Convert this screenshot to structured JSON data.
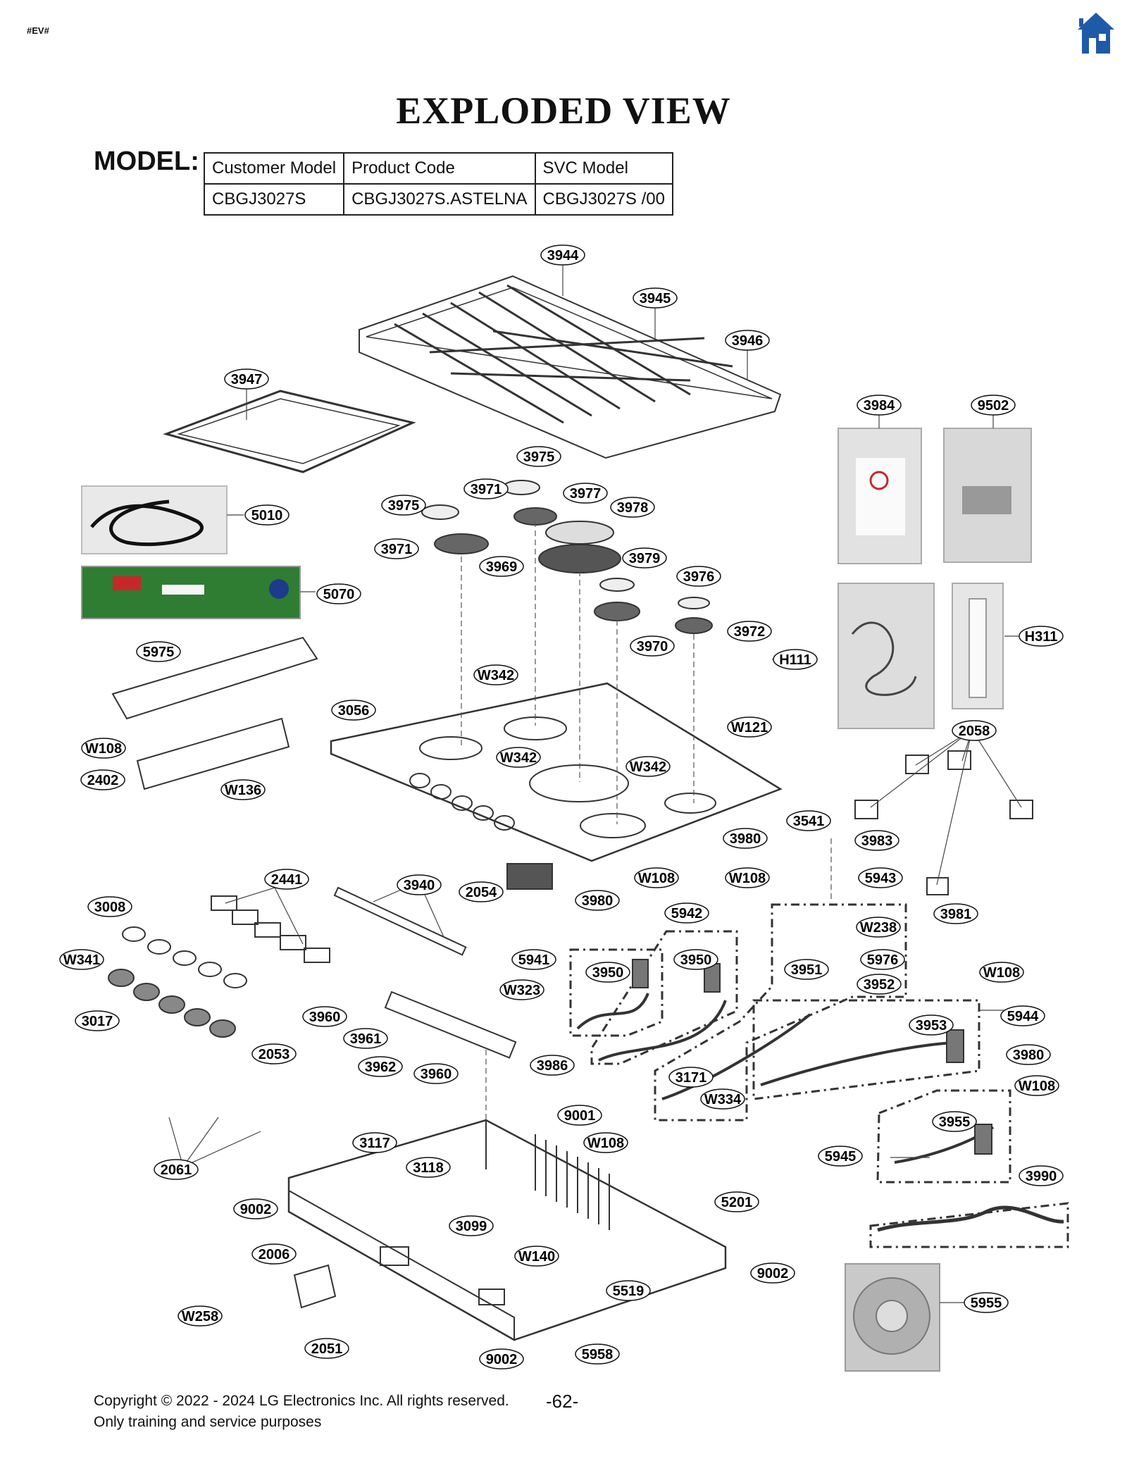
{
  "header": {
    "tag": "#EV#",
    "title": "EXPLODED VIEW"
  },
  "model": {
    "label": "MODEL:",
    "columns": [
      "Customer Model",
      "Product Code",
      "SVC Model"
    ],
    "values": [
      "CBGJ3027S",
      "CBGJ3027S.ASTELNA",
      "CBGJ3027S  /00"
    ]
  },
  "footer": {
    "copyright": "Copyright © 2022 - 2024 LG Electronics Inc. All rights reserved.",
    "purpose": "Only training and service purposes",
    "page": "-62-"
  },
  "parts": [
    "3944",
    "3945",
    "3946",
    "3947",
    "3984",
    "9502",
    "3975",
    "3971",
    "3977",
    "3978",
    "3975",
    "3971",
    "3969",
    "3979",
    "3976",
    "3972",
    "3970",
    "5010",
    "5070",
    "H111",
    "H311",
    "5975",
    "W342",
    "3056",
    "W121",
    "W108",
    "W342",
    "W342",
    "2402",
    "W136",
    "2058",
    "3541",
    "3983",
    "3980",
    "2441",
    "3940",
    "2054",
    "W108",
    "W108",
    "3008",
    "3980",
    "5943",
    "5942",
    "3981",
    "W238",
    "W341",
    "5941",
    "3950",
    "3950",
    "3951",
    "5976",
    "W108",
    "W323",
    "3952",
    "3017",
    "3960",
    "3961",
    "3953",
    "5944",
    "3986",
    "3962",
    "3960",
    "3171",
    "2053",
    "W334",
    "3980",
    "W108",
    "9001",
    "3955",
    "3117",
    "W108",
    "5945",
    "2061",
    "3118",
    "3990",
    "5201",
    "9002",
    "3099",
    "2006",
    "W140",
    "9002",
    "5519",
    "5955",
    "W258",
    "2051",
    "9002",
    "5958"
  ],
  "icons": {
    "home": "home-icon"
  },
  "colors": {
    "home_icon": "#1e5aa8"
  }
}
